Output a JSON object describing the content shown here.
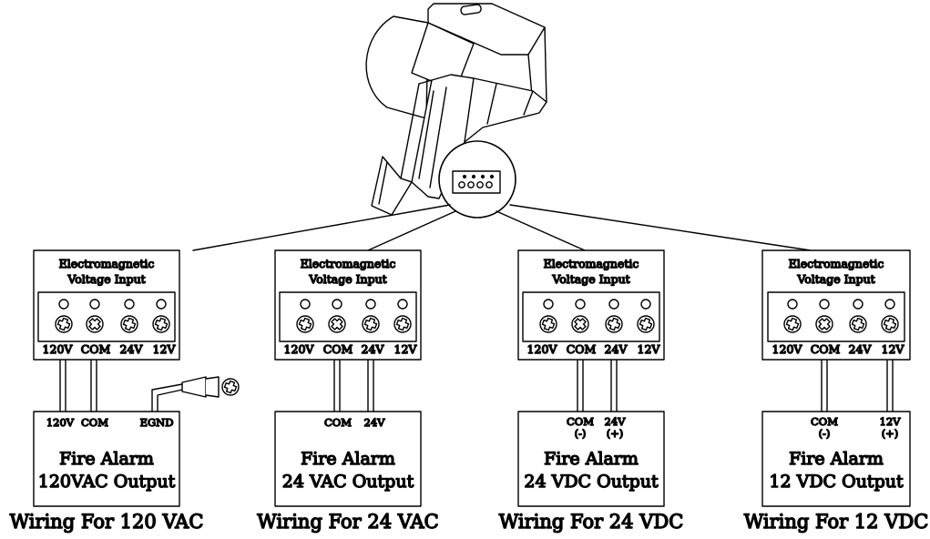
{
  "colors": {
    "line": "#000000",
    "background": "#ffffff"
  },
  "icons": {
    "device": "door-holder-device-icon",
    "screw_plus": "plus-screw-icon",
    "screw_x": "x-screw-icon",
    "ground_lug": "ground-lug-icon"
  },
  "panels": [
    {
      "input_title_line1": "Electromagnetic",
      "input_title_line2": "Voltage Input",
      "terminals": [
        "120V",
        "COM",
        "24V",
        "12V"
      ],
      "output_line1": "Fire Alarm",
      "output_line2": "120VAC Output",
      "output_terminals": [
        "120V",
        "COM",
        "EGND"
      ],
      "output_polarity": [],
      "caption": "Wiring For 120 VAC"
    },
    {
      "input_title_line1": "Electromagnetic",
      "input_title_line2": "Voltage Input",
      "terminals": [
        "120V",
        "COM",
        "24V",
        "12V"
      ],
      "output_line1": "Fire Alarm",
      "output_line2": "24 VAC Output",
      "output_terminals": [
        "COM",
        "24V"
      ],
      "output_polarity": [],
      "caption": "Wiring For 24 VAC"
    },
    {
      "input_title_line1": "Electromagnetic",
      "input_title_line2": "Voltage Input",
      "terminals": [
        "120V",
        "COM",
        "24V",
        "12V"
      ],
      "output_line1": "Fire Alarm",
      "output_line2": "24 VDC Output",
      "output_terminals": [
        "COM",
        "24V"
      ],
      "output_polarity": [
        "(-)",
        "(+)"
      ],
      "caption": "Wiring For 24 VDC"
    },
    {
      "input_title_line1": "Electromagnetic",
      "input_title_line2": "Voltage Input",
      "terminals": [
        "120V",
        "COM",
        "24V",
        "12V"
      ],
      "output_line1": "Fire Alarm",
      "output_line2": "12 VDC Output",
      "output_terminals": [
        "COM",
        "12V"
      ],
      "output_polarity": [
        "(-)",
        "(+)"
      ],
      "caption": "Wiring For 12 VDC"
    }
  ]
}
